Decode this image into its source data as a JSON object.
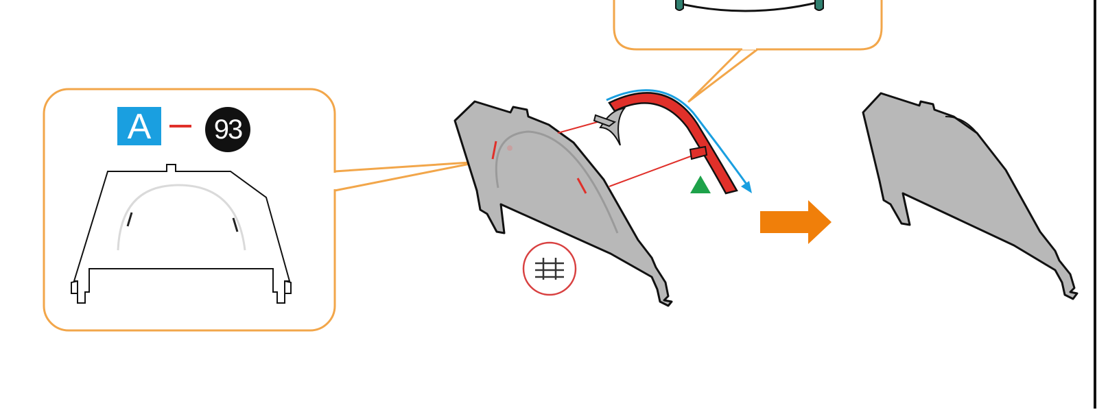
{
  "part_label": {
    "sheet": "A",
    "number": "93",
    "colors": {
      "sheet_bg": "#1a9fe0",
      "number_bg": "#111111",
      "dash": "#e0302a"
    }
  },
  "icons": {
    "callout": "orange-rounded-callout",
    "glue_symbol": "glue-mark-icon",
    "arrow": "orange-next-step-arrow",
    "guide_arrow": "blue-bend-direction-arrow",
    "marker": "green-triangle-marker"
  },
  "colors": {
    "callout_border": "#f2a64a",
    "part_fill": "#b8b8b8",
    "red_strip": "#e0302a",
    "teal_piece": "#2f7f6f",
    "orange_arrow": "#f07f0a",
    "blue_arrow": "#1a9fe0",
    "green_marker": "#1ea24a"
  }
}
